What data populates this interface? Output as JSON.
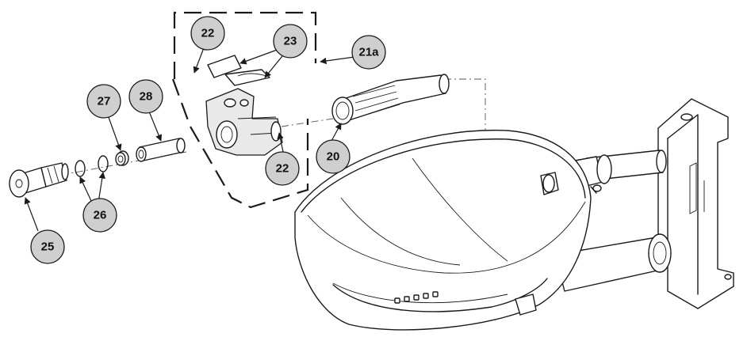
{
  "callouts": [
    {
      "id": "c22a",
      "label": "22"
    },
    {
      "id": "c23",
      "label": "23"
    },
    {
      "id": "c21a",
      "label": "21a"
    },
    {
      "id": "c27",
      "label": "27"
    },
    {
      "id": "c28",
      "label": "28"
    },
    {
      "id": "c20",
      "label": "20"
    },
    {
      "id": "c22b",
      "label": "22"
    },
    {
      "id": "c26",
      "label": "26"
    },
    {
      "id": "c25",
      "label": "25"
    }
  ]
}
